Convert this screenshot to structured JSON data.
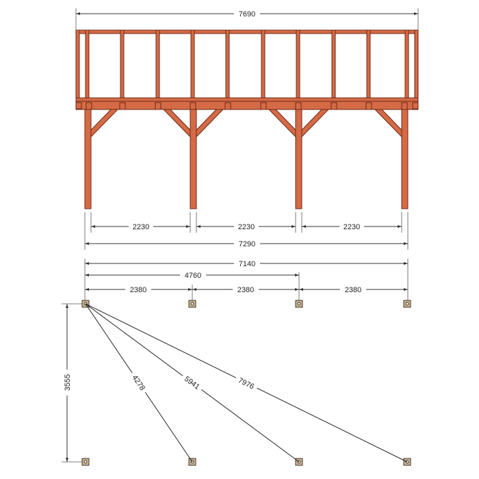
{
  "elevation": {
    "overall_width": "7690",
    "post_spacing": [
      "2230",
      "2230",
      "2230"
    ],
    "post_overall": "7290"
  },
  "plan": {
    "overall": "7140",
    "partial": "4760",
    "spacing": [
      "2380",
      "2380",
      "2380"
    ],
    "depth": "3555",
    "diagonals": [
      "4278",
      "5941",
      "7976"
    ]
  },
  "colors": {
    "wood": "#d56a46",
    "wood_outline": "#6a2a14",
    "base": "#d4b48a"
  }
}
